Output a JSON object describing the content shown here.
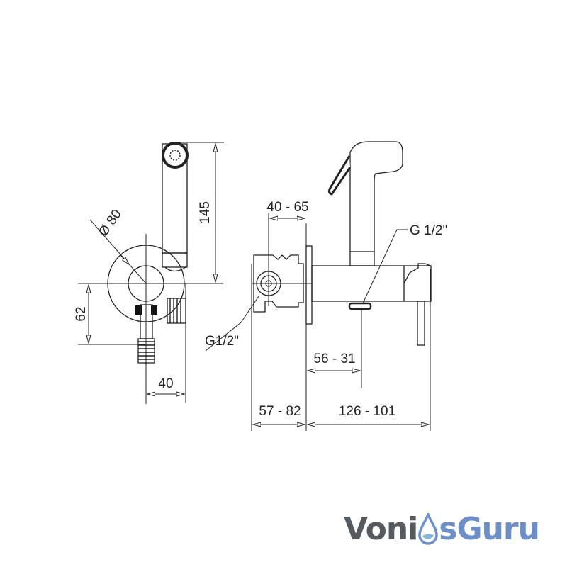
{
  "dimensions": {
    "diameter": "Ø 80",
    "height_handle": "145",
    "offset_down": "62",
    "width_side": "40",
    "range_40_65": "40 - 65",
    "range_56_31": "56 - 31",
    "range_57_82": "57 - 82",
    "range_126_101": "126 - 101",
    "thread_inlet": "G1/2\"",
    "thread_outlet": "G 1/2\""
  },
  "logo": {
    "part1": "Voni",
    "part2": "sGuru",
    "colors": {
      "dark": "#555a5f",
      "blue": "#6d8fc8"
    }
  }
}
